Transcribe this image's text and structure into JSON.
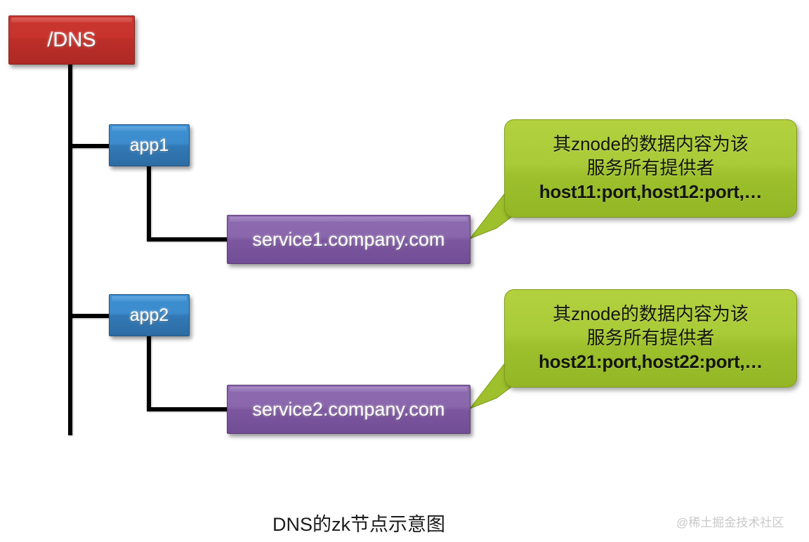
{
  "diagram": {
    "caption": "DNS的zk节点示意图",
    "watermark": "@稀土掘金技术社区",
    "colors": {
      "root": "#c03129",
      "app": "#3480c4",
      "service": "#8261a6",
      "callout": "#a6ca33",
      "line": "#000000",
      "background": "#ffffff"
    },
    "nodes": {
      "root": {
        "label": "/DNS"
      },
      "app1": {
        "label": "app1"
      },
      "app2": {
        "label": "app2"
      },
      "service1": {
        "label": "service1.company.com"
      },
      "service2": {
        "label": "service2.company.com"
      }
    },
    "callouts": [
      {
        "id": "callout-service1",
        "line1": "其znode的数据内容为该",
        "line2": "服务所有提供者",
        "line3": "host11:port,host12:port,…"
      },
      {
        "id": "callout-service2",
        "line1": "其znode的数据内容为该",
        "line2": "服务所有提供者",
        "line3": "host21:port,host22:port,…"
      }
    ]
  }
}
